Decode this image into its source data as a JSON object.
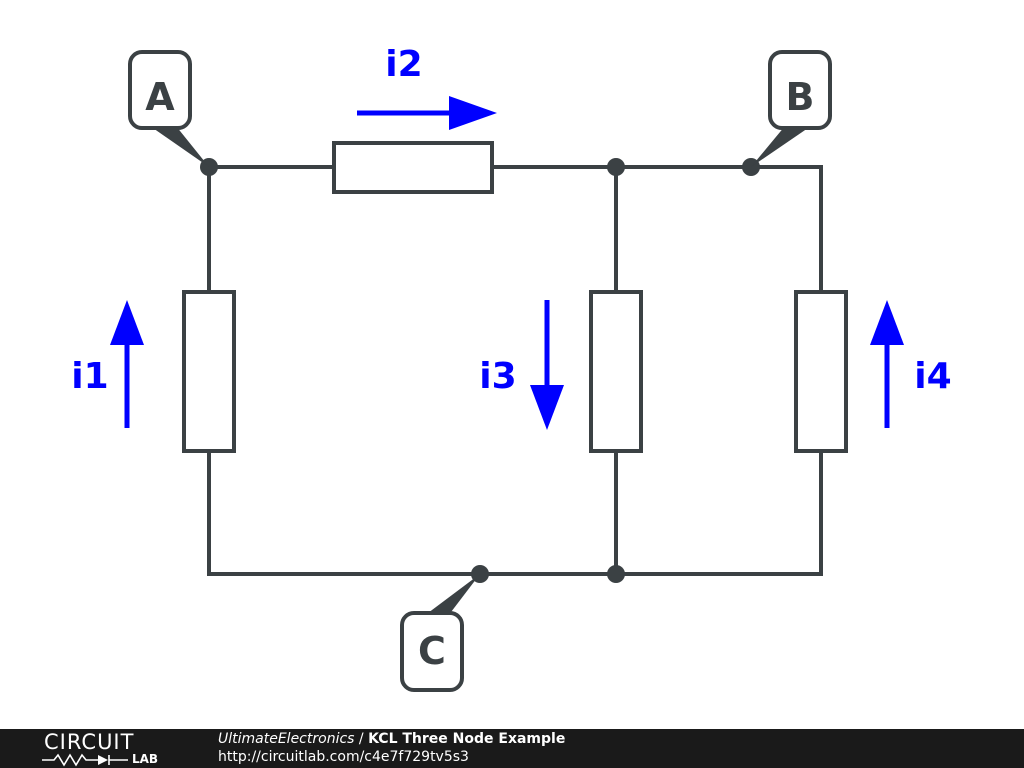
{
  "colors": {
    "wire": "#3b4144",
    "current": "#0000ff",
    "footer_background": "#1a1a1a"
  },
  "node_labels": {
    "a": "A",
    "b": "B",
    "c": "C"
  },
  "current_labels": {
    "i1": "i1",
    "i2": "i2",
    "i3": "i3",
    "i4": "i4"
  },
  "footer": {
    "logo_top": "CIRCUIT",
    "logo_bottom": "LAB",
    "owner": "UltimateElectronics",
    "separator": " / ",
    "title": "KCL Three Node Example",
    "url": "http://circuitlab.com/c4e7f729tv5s3"
  }
}
